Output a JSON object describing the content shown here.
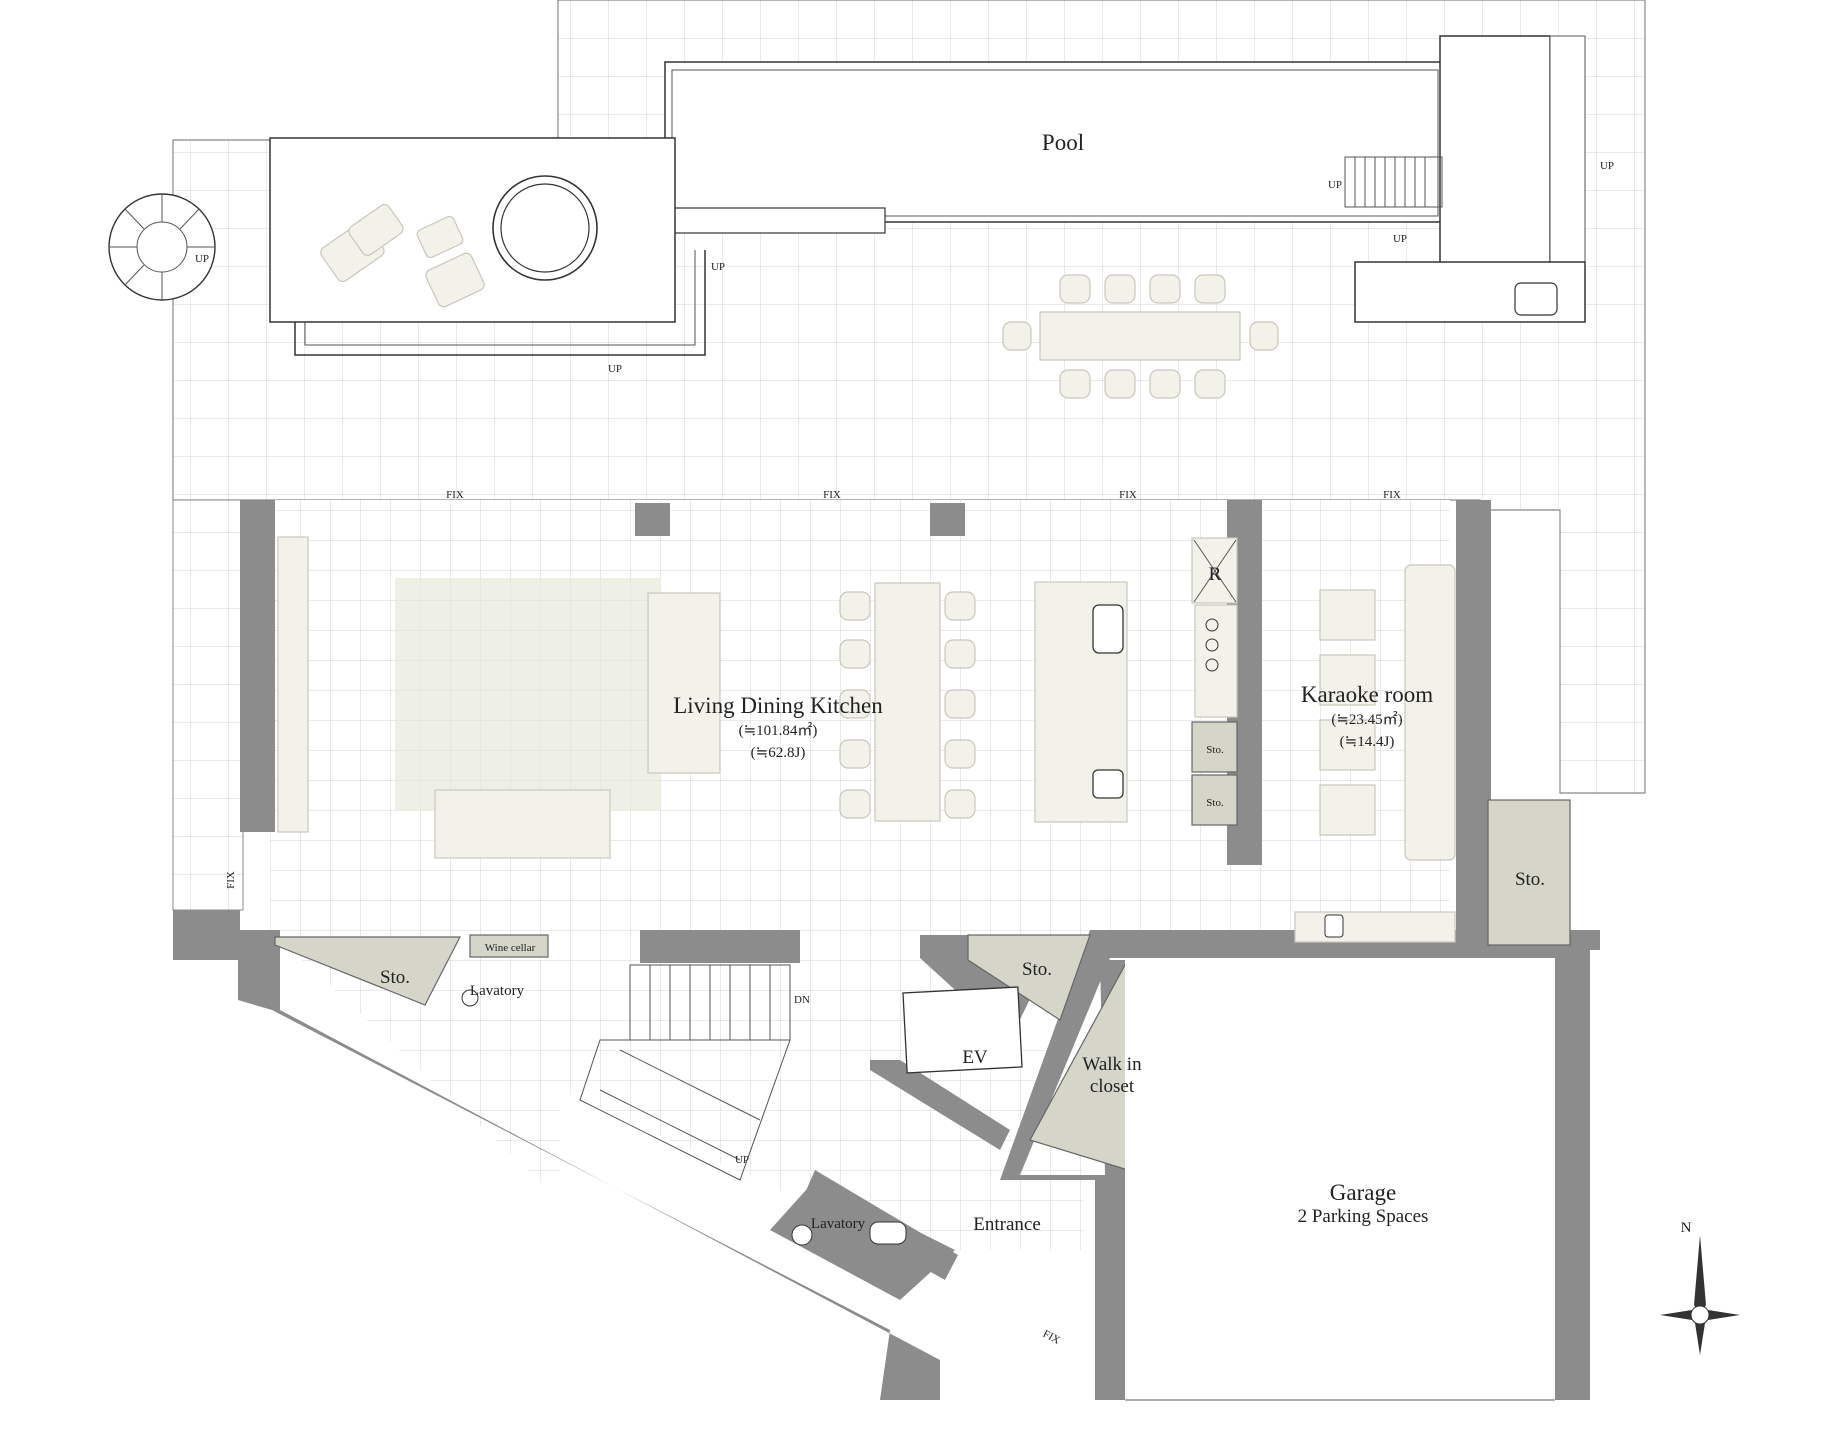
{
  "rooms": {
    "pool": "Pool",
    "ldk": "Living Dining Kitchen",
    "ldk_area_m2": "(≒101.84㎡)",
    "ldk_area_j": "(≒62.8J)",
    "karaoke": "Karaoke room",
    "karaoke_area_m2": "(≒23.45㎡)",
    "karaoke_area_j": "(≒14.4J)",
    "garage": "Garage",
    "garage_sub": "2 Parking Spaces",
    "ev": "EV",
    "walk_in_1": "Walk in",
    "walk_in_2": "closet",
    "entrance": "Entrance",
    "lavatory": "Lavatory",
    "wine_cellar": "Wine cellar",
    "storage": "Sto.",
    "fridge": "R"
  },
  "marks": {
    "fix": "FIX",
    "up": "UP",
    "down": "DN",
    "north": "N"
  },
  "colors": {
    "wall": "#8c8c8c",
    "storage": "#d5d6c9",
    "furniture": "#f3f2ea",
    "grid": "#d9d9d9"
  }
}
